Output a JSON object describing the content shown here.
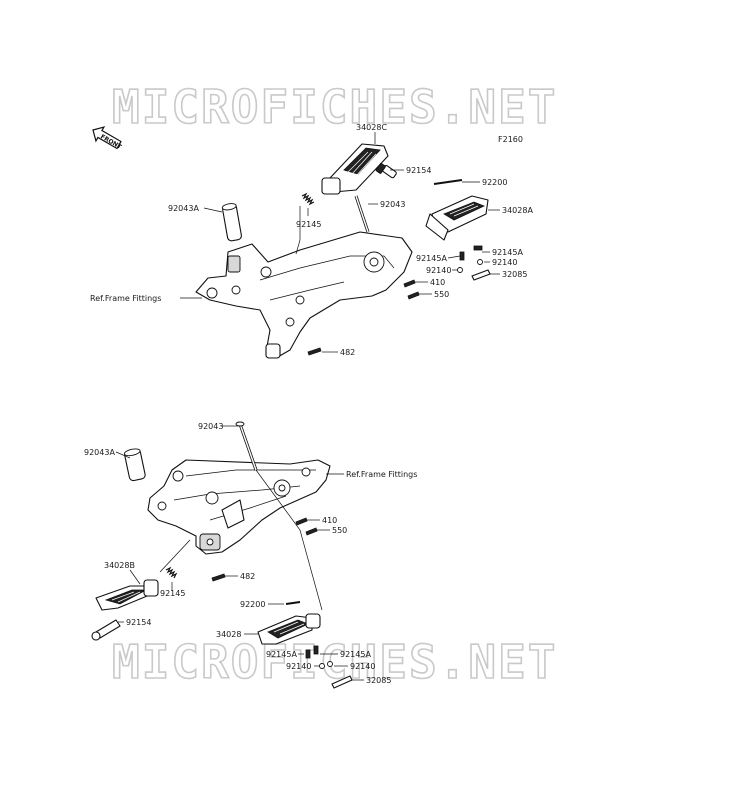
{
  "watermark": "MICROFICHES.NET",
  "figure_code": "F2160",
  "front_label": "FRONT",
  "upper": {
    "ref_label": "Ref.Frame Fittings",
    "p34028C": "34028C",
    "p92154": "92154",
    "p92200": "92200",
    "p92043A": "92043A",
    "p92043": "92043",
    "p34028A": "34028A",
    "p92145": "92145",
    "p92145A_left": "92145A",
    "p92145A_right": "92145A",
    "p92140_right": "92140",
    "p92140_left": "92140",
    "p32085": "32085",
    "p410": "410",
    "p550": "550",
    "p482": "482"
  },
  "lower": {
    "ref_label": "Ref.Frame Fittings",
    "p92043": "92043",
    "p92043A": "92043A",
    "p410": "410",
    "p550": "550",
    "p34028B": "34028B",
    "p482": "482",
    "p92145": "92145",
    "p92154": "92154",
    "p92200": "92200",
    "p34028": "34028",
    "p92145A_left": "92145A",
    "p92145A_right": "92145A",
    "p92140_left": "92140",
    "p92140_right": "92140",
    "p32085": "32085"
  }
}
